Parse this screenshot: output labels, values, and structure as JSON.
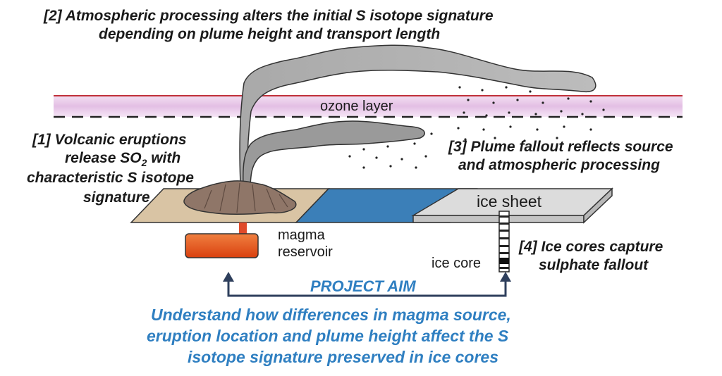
{
  "step2": {
    "line1": "[2] Atmospheric processing alters the initial S isotope signature",
    "line2": "depending on plume height and transport length"
  },
  "step1": {
    "line1": "[1] Volcanic eruptions",
    "line2_pre": "release SO",
    "line2_sub": "2",
    "line2_post": " with",
    "line3": "characteristic S isotope",
    "line4": "signature"
  },
  "step3": {
    "line1": "[3] Plume fallout reflects source",
    "line2": "and atmospheric processing"
  },
  "step4": {
    "line1": "[4] Ice cores capture",
    "line2": "sulphate fallout"
  },
  "labels": {
    "ozone": "ozone layer",
    "ice_sheet": "ice sheet",
    "magma_line1": "magma",
    "magma_line2": "reservoir",
    "ice_core": "ice core"
  },
  "aim": {
    "title": "PROJECT AIM",
    "line1": "Understand how differences in magma source,",
    "line2": "eruption location and plume height affect the S",
    "line3": "isotope signature preserved in ice cores"
  },
  "colors": {
    "aim_text": "#2f7fc1",
    "arrow": "#2e3f5c",
    "ozone_band": "#e6c4e6",
    "ozone_top_line": "#c0303a",
    "ocean": "#3b7fb8",
    "land": "#d9c4a4",
    "ice": "#d6d6d6",
    "magma": "#e2531c",
    "plume": "#a0a0a0"
  }
}
